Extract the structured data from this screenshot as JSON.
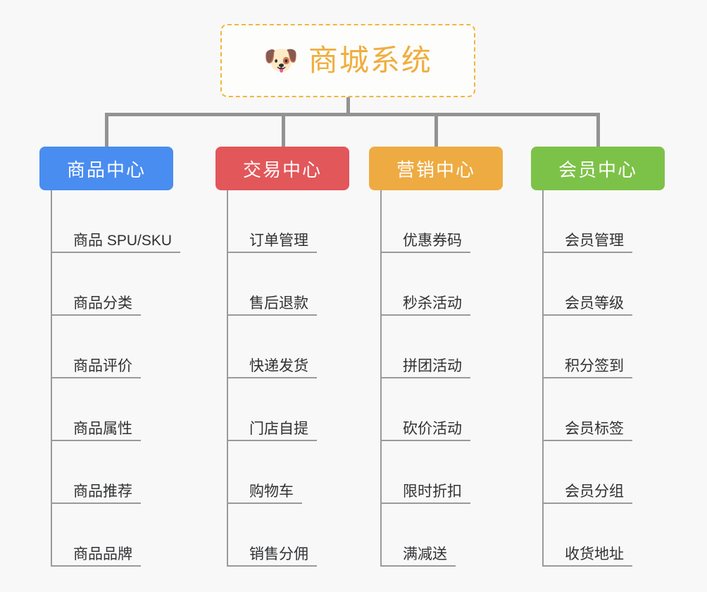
{
  "diagram": {
    "title": "商城系统",
    "type": "mindmap-tree",
    "background_color": "#f8f8f8",
    "connector_color": "#939393",
    "root": {
      "label": "商城系统",
      "icon": "shiba-dog-face",
      "emoji": "🐶",
      "text_color": "#f0ad3e",
      "border_color": "#f2b63c",
      "border_style": "dashed",
      "background_color": "#fdfdfb"
    },
    "categories": [
      {
        "label": "商品中心",
        "color": "#4a8df0",
        "text_color": "#ffffff",
        "items": [
          "商品 SPU/SKU",
          "商品分类",
          "商品评价",
          "商品属性",
          "商品推荐",
          "商品品牌"
        ]
      },
      {
        "label": "交易中心",
        "color": "#e2575a",
        "text_color": "#ffffff",
        "items": [
          "订单管理",
          "售后退款",
          "快递发货",
          "门店自提",
          "购物车",
          "销售分佣"
        ]
      },
      {
        "label": "营销中心",
        "color": "#eeab42",
        "text_color": "#ffffff",
        "items": [
          "优惠券码",
          "秒杀活动",
          "拼团活动",
          "砍价活动",
          "限时折扣",
          "满减送"
        ]
      },
      {
        "label": "会员中心",
        "color": "#7dc248",
        "text_color": "#ffffff",
        "items": [
          "会员管理",
          "会员等级",
          "积分签到",
          "会员标签",
          "会员分组",
          "收货地址"
        ]
      }
    ]
  }
}
